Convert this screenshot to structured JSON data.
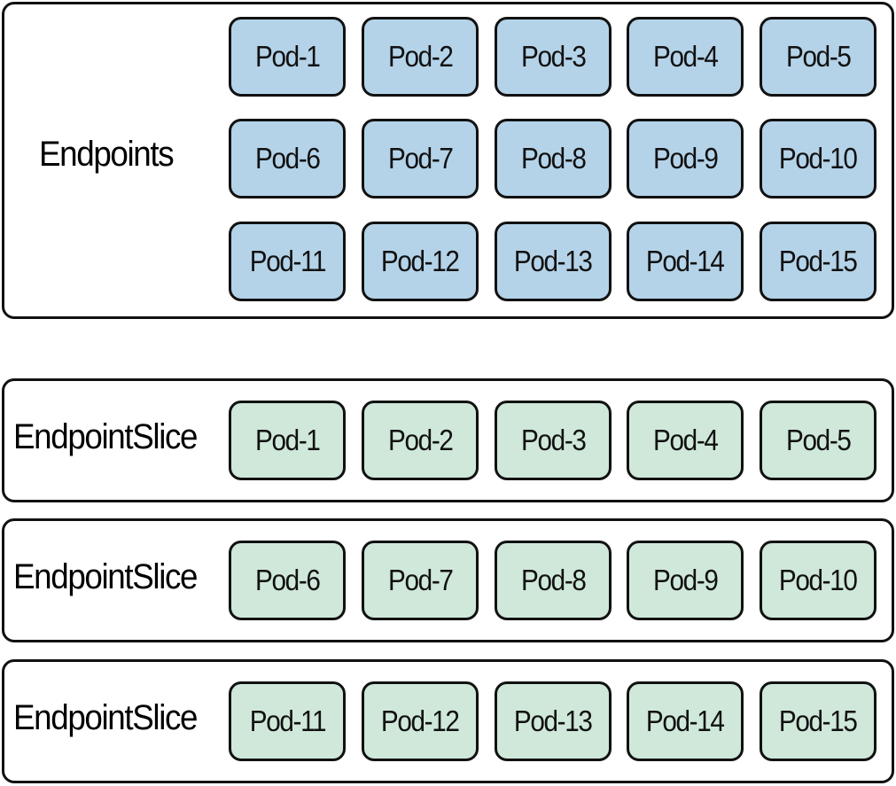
{
  "colors": {
    "endpoints_pod_fill": "#b4d3e9",
    "slice_pod_fill": "#cfe8da",
    "outline": "#111111"
  },
  "endpoints": {
    "label": "Endpoints",
    "pods": [
      "Pod-1",
      "Pod-2",
      "Pod-3",
      "Pod-4",
      "Pod-5",
      "Pod-6",
      "Pod-7",
      "Pod-8",
      "Pod-9",
      "Pod-10",
      "Pod-11",
      "Pod-12",
      "Pod-13",
      "Pod-14",
      "Pod-15"
    ]
  },
  "endpoint_slices": [
    {
      "label": "EndpointSlice",
      "pods": [
        "Pod-1",
        "Pod-2",
        "Pod-3",
        "Pod-4",
        "Pod-5"
      ]
    },
    {
      "label": "EndpointSlice",
      "pods": [
        "Pod-6",
        "Pod-7",
        "Pod-8",
        "Pod-9",
        "Pod-10"
      ]
    },
    {
      "label": "EndpointSlice",
      "pods": [
        "Pod-11",
        "Pod-12",
        "Pod-13",
        "Pod-14",
        "Pod-15"
      ]
    }
  ]
}
